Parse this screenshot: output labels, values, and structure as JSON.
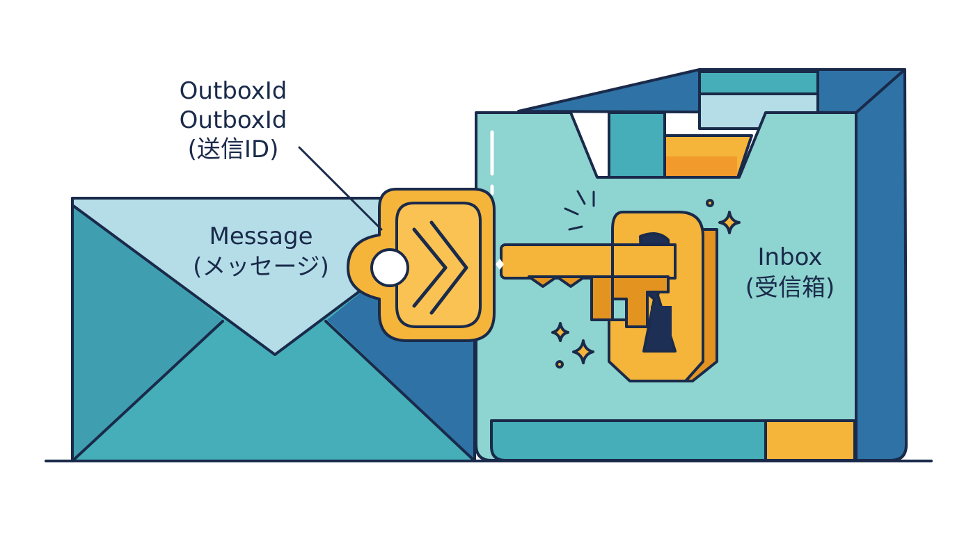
{
  "labels": {
    "outbox": {
      "line1": "OutboxId",
      "line2": "OutboxId",
      "line3": "(送信ID)"
    },
    "message": {
      "line1": "Message",
      "line2": "(メッセージ)"
    },
    "inbox": {
      "line1": "Inbox",
      "line2": "(受信箱)"
    }
  },
  "colors": {
    "outline": "#1a2a4a",
    "teal_light": "#8ed4d0",
    "teal_mid": "#45aeb8",
    "blue": "#2e72a6",
    "envelope_flap": "#b4dde8",
    "gold": "#f5b43a",
    "gold_dark": "#e39420",
    "keyhole": "#1e2f55"
  },
  "icons": [
    "envelope-icon",
    "inbox-box-icon",
    "key-icon",
    "keyhole-icon",
    "sparkle-icon"
  ]
}
